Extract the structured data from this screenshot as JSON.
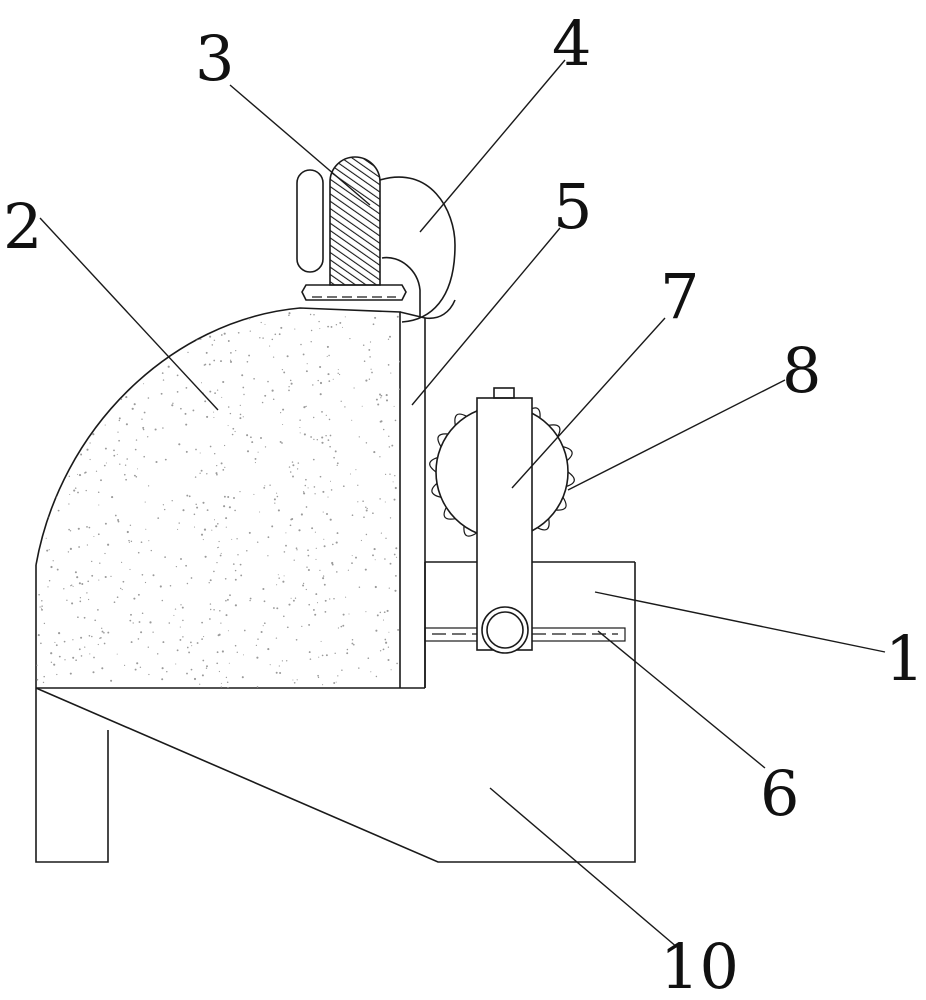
{
  "figure": {
    "labels": {
      "l1": "1",
      "l2": "2",
      "l3": "3",
      "l4": "4",
      "l5": "5",
      "l6": "6",
      "l7": "7",
      "l8": "8",
      "l10": "10"
    },
    "colors": {
      "line": "#1a1a1a",
      "background": "#ffffff",
      "speckle": "#9a9a9a"
    }
  }
}
